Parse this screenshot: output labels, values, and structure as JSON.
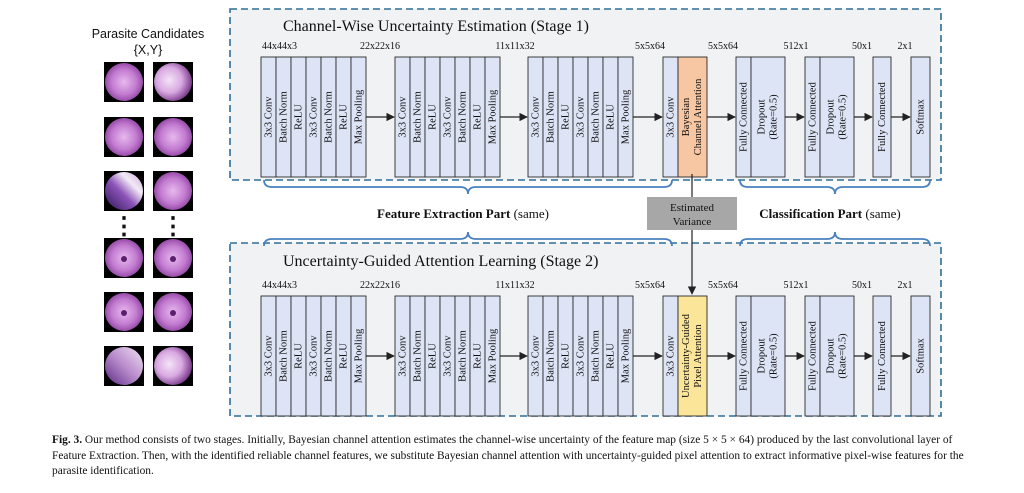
{
  "candidates": {
    "title": "Parasite Candidates",
    "subtitle": "{X,Y}",
    "dots": "⋮"
  },
  "stage1": {
    "title": "Channel-Wise Uncertainty Estimation (Stage 1)",
    "attention_label": [
      "Bayesian",
      "Channel Attention"
    ]
  },
  "stage2": {
    "title": "Uncertainty-Guided Attention Learning (Stage 2)",
    "attention_label": [
      "Uncertainty-Guided",
      "Pixel Attention"
    ]
  },
  "dims": [
    "44x44x3",
    "22x22x16",
    "11x11x32",
    "5x5x64",
    "5x5x64",
    "512x1",
    "50x1",
    "2x1"
  ],
  "blocks": {
    "conv_block": [
      "3x3 Conv",
      "Batch Norm",
      "ReLU",
      "3x3 Conv",
      "Batch Norm",
      "ReLU",
      "Max Pooling"
    ],
    "final_conv": "3x3 Conv",
    "fc1": "Fully Connected",
    "dropout": [
      "Dropout",
      "(Rate=0.5)"
    ],
    "fc2": "Fully Connected",
    "dropout2": [
      "Dropout",
      "(Rate=0.5)"
    ],
    "fc3": "Fully Connected",
    "softmax": "Softmax"
  },
  "labels": {
    "feature_extraction_bold": "Feature Extraction Part",
    "feature_extraction_rest": " (same)",
    "classification_bold": "Classification Part",
    "classification_rest": " (same)",
    "estimated_variance": [
      "Estimated",
      "Variance"
    ]
  },
  "caption": {
    "prefix": "Fig. 3.",
    "text": "  Our method consists of two stages. Initially, Bayesian channel attention estimates the channel-wise uncertainty of the feature map (size 5 × 5 × 64) produced by the last convolutional layer of Feature Extraction. Then, with the identified reliable channel features, we substitute Bayesian channel attention with uncertainty-guided pixel attention to extract informative pixel-wise features for the parasite identification."
  },
  "colors": {
    "block_fill": "#dde4f6",
    "block_stroke": "#2a2a2a",
    "stage_border": "#2e6e98",
    "stage_fill": "#f1f2f3",
    "brace": "#4a80c0",
    "bayesian_fill": "#f7c6a2",
    "pixel_fill": "#fbe598",
    "variance_fill": "#a7a7a7",
    "cell_purple": "#b26ac4"
  }
}
